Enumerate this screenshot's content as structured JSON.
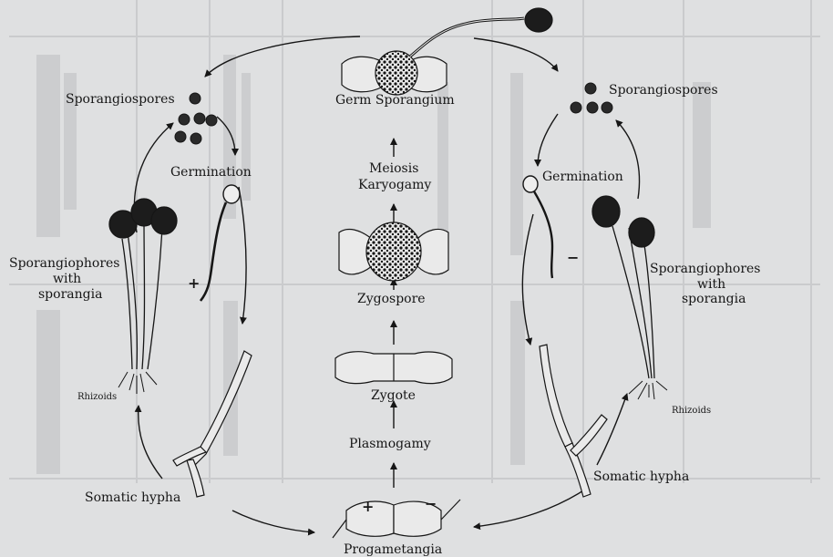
{
  "diagram": {
    "center_column": {
      "top": "Germ Sporangium",
      "meiosis": "Meiosis",
      "karyogamy": "Karyogamy",
      "zygospore": "Zygospore",
      "zygote": "Zygote",
      "plasmogamy": "Plasmogamy",
      "bottom": "Progametangia"
    },
    "left_cycle": {
      "spores": "Sporangiospores",
      "germination": "Germination",
      "sporangiophores_1": "Sporangiophores",
      "sporangiophores_2": "with",
      "sporangiophores_3": "sporangia",
      "rhizoids": "Rhizoids",
      "hypha": "Somatic hypha",
      "mating_sign": "+"
    },
    "right_cycle": {
      "spores": "Sporangiospores",
      "germination": "Germination",
      "sporangiophores_1": "Sporangiophores",
      "sporangiophores_2": "with",
      "sporangiophores_3": "sporangia",
      "rhizoids": "Rhizoids",
      "hypha": "Somatic hypha",
      "mating_sign": "−"
    },
    "progametangia_plus": "+",
    "progametangia_minus": "−"
  },
  "colors": {
    "paper": "#dfe0e1",
    "ink": "#161616",
    "ghost_text": "#8a8d90"
  }
}
